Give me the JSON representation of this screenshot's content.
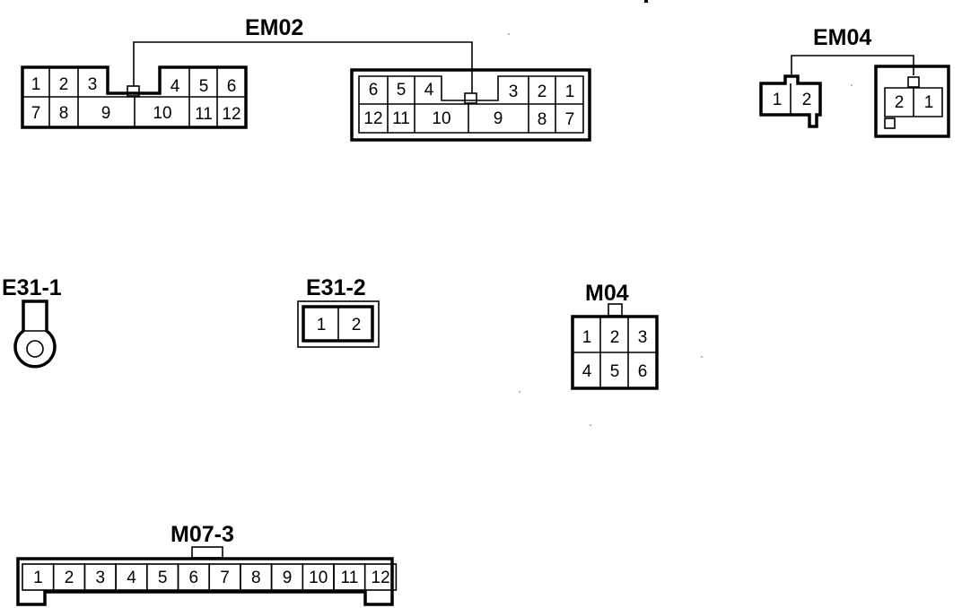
{
  "connectors": {
    "em02": {
      "label": "EM02",
      "left_pins": [
        "1",
        "2",
        "3",
        "4",
        "5",
        "6",
        "7",
        "8",
        "9",
        "10",
        "11",
        "12"
      ],
      "right_pins": [
        "6",
        "5",
        "4",
        "3",
        "2",
        "1",
        "12",
        "11",
        "10",
        "9",
        "8",
        "7"
      ]
    },
    "em04": {
      "label": "EM04",
      "left_pins": [
        "1",
        "2"
      ],
      "right_pins": [
        "2",
        "1"
      ]
    },
    "e31_1": {
      "label": "E31-1"
    },
    "e31_2": {
      "label": "E31-2",
      "pins": [
        "1",
        "2"
      ]
    },
    "m04": {
      "label": "M04",
      "pins": [
        "1",
        "2",
        "3",
        "4",
        "5",
        "6"
      ]
    },
    "m07_3": {
      "label": "M07-3",
      "pins": [
        "1",
        "2",
        "3",
        "4",
        "5",
        "6",
        "7",
        "8",
        "9",
        "10",
        "11",
        "12"
      ]
    }
  }
}
